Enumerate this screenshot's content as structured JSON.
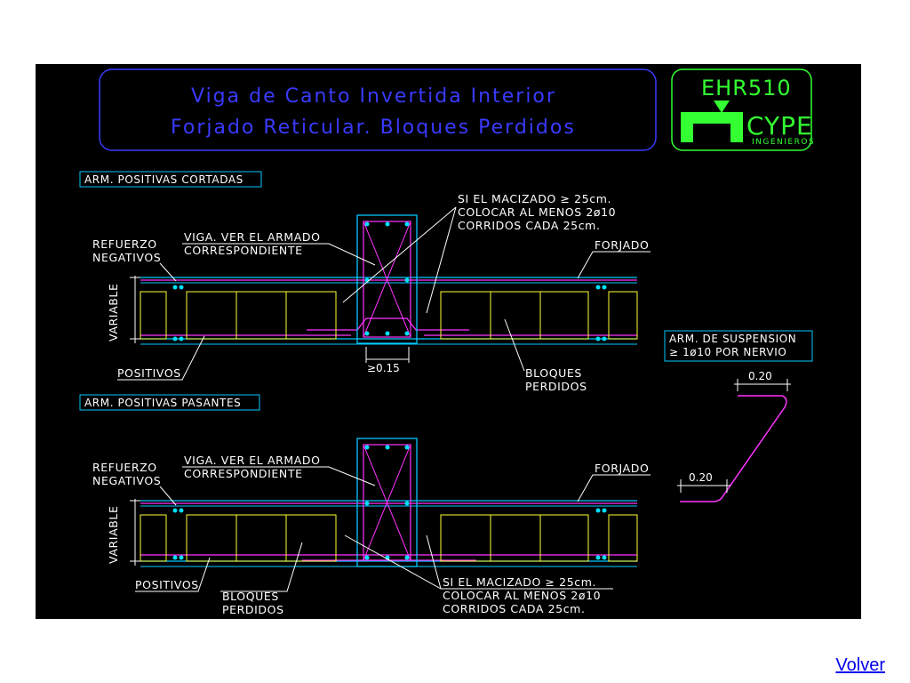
{
  "colors": {
    "background": "#000000",
    "title": "#3a3aff",
    "label": "#ffffff",
    "frame": "#00c8ff",
    "rebar": "#ff33ff",
    "concrete": "#ffff33",
    "dot": "#00e0ff",
    "logo": "#33ff33",
    "link": "#0000ee"
  },
  "title": {
    "line1": "Viga de Canto Invertida Interior",
    "line2": "Forjado Reticular. Bloques Perdidos"
  },
  "logo": {
    "code": "EHR510",
    "brand": "CYPE",
    "sub": "INGENIEROS"
  },
  "section_top": {
    "heading": "ARM. POSITIVAS CORTADAS",
    "refuerzo": [
      "REFUERZO",
      "NEGATIVOS"
    ],
    "viga": [
      "VIGA. VER EL ARMADO",
      "CORRESPONDIENTE"
    ],
    "note": [
      "SI EL MACIZADO ≥ 25cm.",
      "COLOCAR AL MENOS 2ø10",
      "CORRIDOS CADA 25cm."
    ],
    "forjado": "FORJADO",
    "variable": "VARIABLE",
    "positivos": "POSITIVOS",
    "dimension": "≥0.15",
    "bloques": [
      "BLOQUES",
      "PERDIDOS"
    ]
  },
  "section_bottom": {
    "heading": "ARM. POSITIVAS PASANTES",
    "refuerzo": [
      "REFUERZO",
      "NEGATIVOS"
    ],
    "viga": [
      "VIGA. VER EL ARMADO",
      "CORRESPONDIENTE"
    ],
    "forjado": "FORJADO",
    "variable": "VARIABLE",
    "positivos": "POSITIVOS",
    "bloques": [
      "BLOQUES",
      "PERDIDOS"
    ],
    "note": [
      "SI EL MACIZADO ≥ 25cm.",
      "COLOCAR AL MENOS 2ø10",
      "CORRIDOS CADA 25cm."
    ]
  },
  "suspension": {
    "label": [
      "ARM. DE SUSPENSION",
      "≥ 1ø10 POR NERVIO"
    ],
    "dim_top": "0.20",
    "dim_bottom": "0.20"
  },
  "nav": {
    "back_label": "Volver"
  }
}
